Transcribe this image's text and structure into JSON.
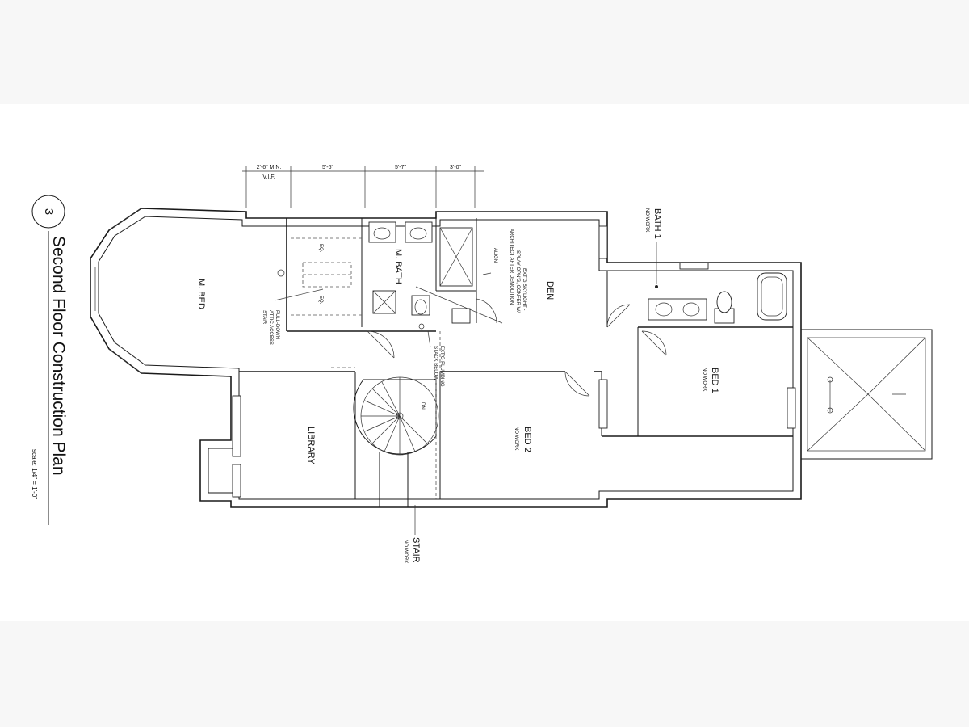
{
  "drawing": {
    "number": "3",
    "title": "Second Floor Construction Plan",
    "scale": "scale: 1/4\" = 1'-0\""
  },
  "dimensions": {
    "d1": "2'-6\" MIN.",
    "d1_sub": "V.I.F.",
    "d2": "5'-6\"",
    "d3": "5'-7\"",
    "d4": "3'-0\""
  },
  "rooms": {
    "m_bed": "M. BED",
    "m_bath": "M. BATH",
    "den": "DEN",
    "library": "LIBRARY",
    "bed2": "BED 2",
    "bed1": "BED 1",
    "bath1": "BATH 1",
    "stair": "STAIR",
    "no_work": "NO WORK"
  },
  "notes": {
    "eq": "EQ.",
    "attic_1": "PULL-DOWN",
    "attic_2": "ATTIC ACCESS",
    "attic_3": "STAIR",
    "plumb_1": "EXT'G PLUMBING",
    "plumb_2": "STACK BELOW",
    "sky_1": "EXT'G SKYLIGHT -",
    "sky_2": "SPLAY OPN'G, CONFER W/",
    "sky_3": "ARCHITECT AFTER DEMOLITION",
    "align": "ALIGN",
    "dn": "DN"
  }
}
